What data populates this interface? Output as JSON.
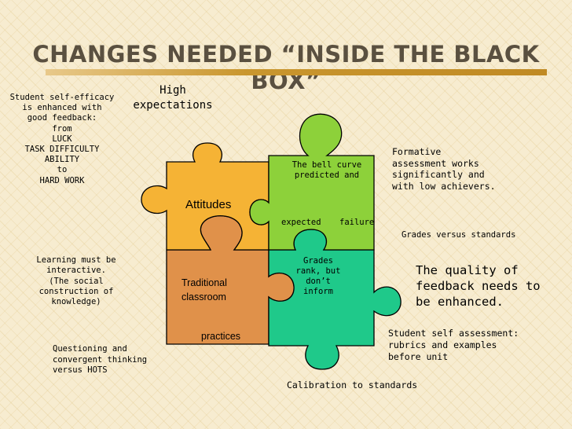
{
  "slide": {
    "title": "CHANGES NEEDED “INSIDE THE BLACK BOX”",
    "accent_color": "#c9962e"
  },
  "puzzle": {
    "colors": {
      "attitudes": "#f5b335",
      "formative": "#8dd13a",
      "classroom": "#e0914a",
      "grades": "#1fc98a"
    },
    "attitudes_label": "Attitudes",
    "bell_curve_lines": [
      "The bell curve",
      "predicted and"
    ],
    "expected_label": "expected",
    "failure_label": "failure",
    "grades_lines": [
      "Grades",
      "rank, but",
      "don’t",
      "inform"
    ],
    "classroom_lines": [
      "Traditional",
      "classroom"
    ],
    "practices_label": "practices"
  },
  "notes": {
    "self_efficacy_lines": [
      "Student self-efficacy",
      "is enhanced with",
      "good feedback:",
      "from",
      "LUCK",
      "TASK DIFFICULTY",
      "ABILITY",
      "to",
      "HARD WORK"
    ],
    "high_expectations_lines": [
      "High",
      "expectations"
    ],
    "formative_lines": [
      "Formative",
      "assessment works",
      "significantly and",
      "with low achievers."
    ],
    "grades_standards": "Grades versus standards",
    "learning_lines": [
      "Learning must be",
      "interactive.",
      "(The social",
      "construction of",
      "knowledge)"
    ],
    "quality_lines": [
      "The quality of",
      "feedback needs to",
      "be enhanced."
    ],
    "self_assessment_lines": [
      "Student self assessment:",
      "rubrics and examples",
      "before unit"
    ],
    "questioning_lines": [
      "Questioning and",
      "convergent thinking",
      "versus HOTS"
    ],
    "calibration": "Calibration to standards"
  }
}
